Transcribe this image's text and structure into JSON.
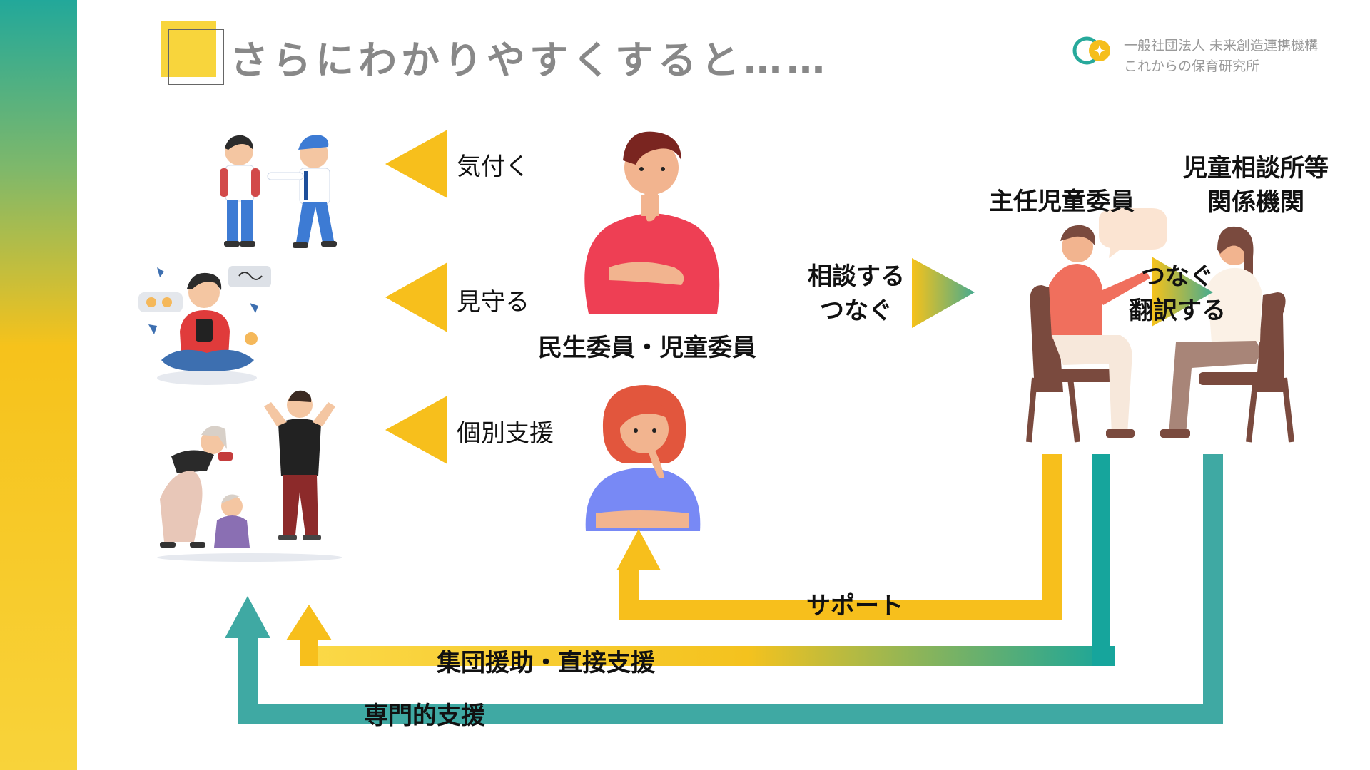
{
  "title": "さらにわかりやすくすると……",
  "logo": {
    "line1": "一般社団法人 未来創造連携機構",
    "line2": "これからの保育研究所"
  },
  "actions": {
    "notice": "気付く",
    "watch": "見守る",
    "individual_support": "個別支援"
  },
  "roles": {
    "welfare_commissioner": "民生委員・児童委員",
    "chief_child_commissioner": "主任児童委員",
    "child_guidance_line1": "児童相談所等",
    "child_guidance_line2": "関係機関"
  },
  "flows": {
    "consult_line1": "相談する",
    "consult_line2": "つなぐ",
    "connect_line1": "つなぐ",
    "connect_line2": "翻訳する",
    "support": "サポート",
    "group_direct_support": "集団援助・直接支援",
    "specialist_support": "専門的支援"
  },
  "colors": {
    "yellow": "#f7bf1c",
    "teal": "#3fa9a3",
    "title_gray": "#888888",
    "red_shirt": "#ee3f54",
    "blue_shirt": "#7889f5"
  }
}
